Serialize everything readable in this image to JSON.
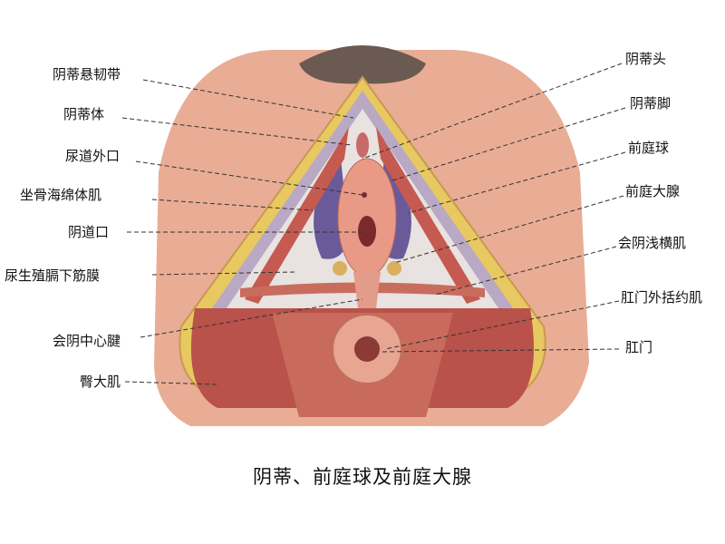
{
  "title": "阴蒂、前庭球及前庭大腺",
  "left_labels": [
    {
      "id": "suspensory-ligament",
      "text": "阴蒂悬韧带"
    },
    {
      "id": "clitoris-body",
      "text": "阴蒂体"
    },
    {
      "id": "urethral-orifice",
      "text": "尿道外口"
    },
    {
      "id": "ischiocavernosus",
      "text": "坐骨海绵体肌"
    },
    {
      "id": "vaginal-orifice",
      "text": "阴道口"
    },
    {
      "id": "urogenital-fascia",
      "text": "尿生殖膈下筋膜"
    },
    {
      "id": "perineal-body",
      "text": "会阴中心腱"
    },
    {
      "id": "gluteus-maximus",
      "text": "臀大肌"
    }
  ],
  "right_labels": [
    {
      "id": "glans-clitoris",
      "text": "阴蒂头"
    },
    {
      "id": "crus-clitoris",
      "text": "阴蒂脚"
    },
    {
      "id": "vestibular-bulb",
      "text": "前庭球"
    },
    {
      "id": "greater-vestibular-gland",
      "text": "前庭大腺"
    },
    {
      "id": "superficial-transverse-perineal",
      "text": "会阴浅横肌"
    },
    {
      "id": "external-anal-sphincter",
      "text": "肛门外括约肌"
    },
    {
      "id": "anus",
      "text": "肛门"
    }
  ]
}
